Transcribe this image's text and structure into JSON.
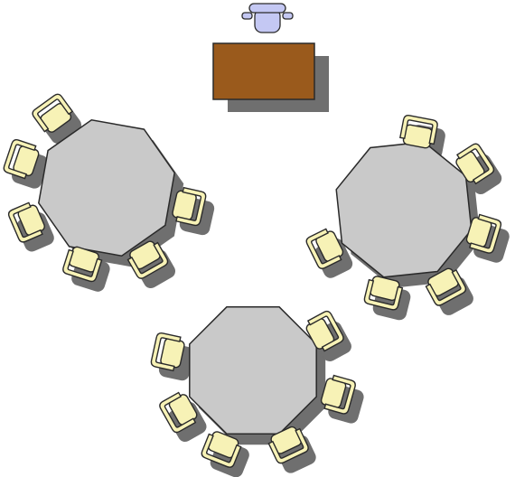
{
  "diagram": {
    "kind": "classroom seating layout",
    "colors": {
      "background": "#ffffff",
      "table_fill": "#c9c9c9",
      "table_stroke": "#2a2a2a",
      "chair_fill": "#f7f2b6",
      "chair_stroke": "#2a2a2a",
      "shadow": "#6f6f6f",
      "desk_fill": "#9a5a1c",
      "teacher_chair_fill": "#c4c8f3"
    },
    "teacher_desk": {
      "chairs": 1
    },
    "tables": [
      {
        "id": "table-top-left",
        "shape": "octagon",
        "chairs": 6
      },
      {
        "id": "table-right",
        "shape": "octagon",
        "chairs": 6
      },
      {
        "id": "table-bottom",
        "shape": "octagon",
        "chairs": 6
      }
    ]
  }
}
